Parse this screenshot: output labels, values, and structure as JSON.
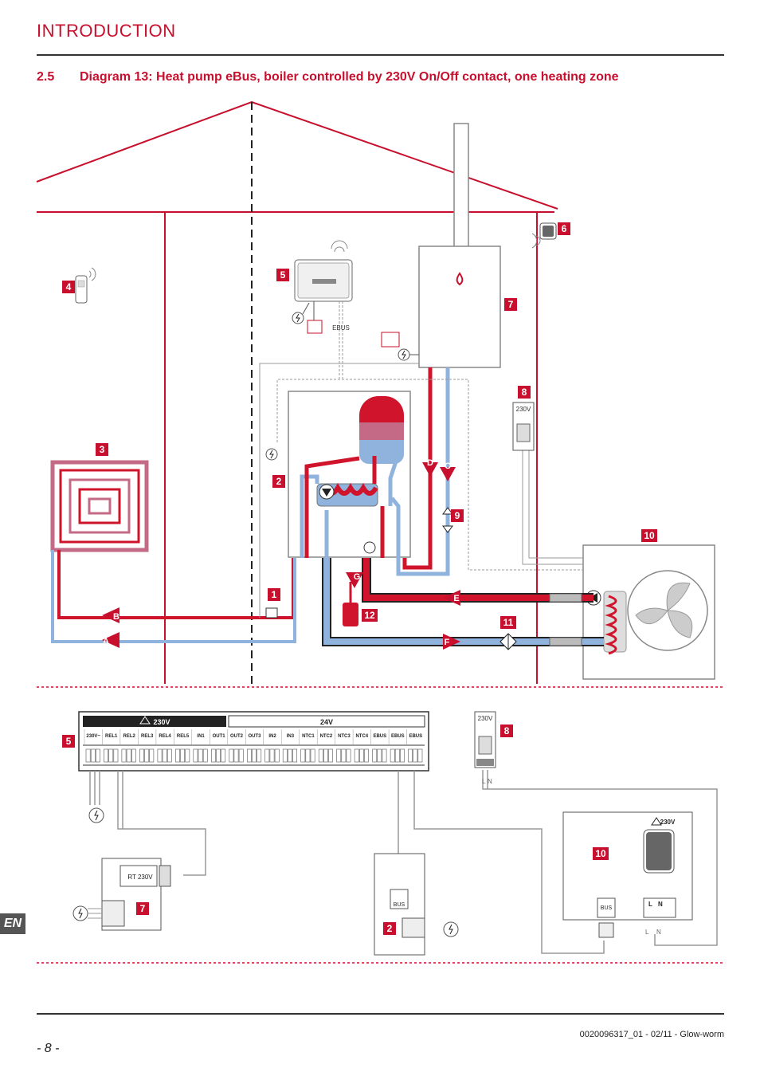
{
  "header": {
    "title": "INTRODUCTION"
  },
  "section": {
    "number": "2.5",
    "title": "Diagram 13: Heat pump eBus, boiler controlled by 230V On/Off contact, one heating zone"
  },
  "footer": {
    "page": "- 8 -",
    "doc_ref": "0020096317_01 - 02/11 - Glow-worm",
    "lang": "EN"
  },
  "callouts": {
    "c1": "1",
    "c2": "2",
    "c3": "3",
    "c4": "4",
    "c5": "5",
    "c6": "6",
    "c7": "7",
    "c8": "8",
    "c9": "9",
    "c10": "10",
    "c11": "11",
    "c12": "12"
  },
  "flows": {
    "a": "A",
    "b": "B",
    "c": "C",
    "d": "D",
    "e": "E",
    "f": "F",
    "g": "G"
  },
  "labels": {
    "ebus": "EBUS",
    "v230": "230V",
    "v24": "24V",
    "rt230": "RT 230V",
    "bus": "BUS",
    "l": "L",
    "n": "N"
  },
  "terminals": [
    "230V~",
    "REL1",
    "REL2",
    "REL3",
    "REL4",
    "REL5",
    "IN1",
    "OUT1",
    "OUT2",
    "OUT3",
    "IN2",
    "IN3",
    "NTC1",
    "NTC2",
    "NTC3",
    "NTC4",
    "EBUS",
    "EBUS",
    "EBUS"
  ],
  "colors": {
    "red": "#c8102e",
    "blue_line": "#7b8fb5",
    "pipe_red": "#d0142c",
    "pipe_blue": "#8fb3dc",
    "grey": "#999999"
  }
}
